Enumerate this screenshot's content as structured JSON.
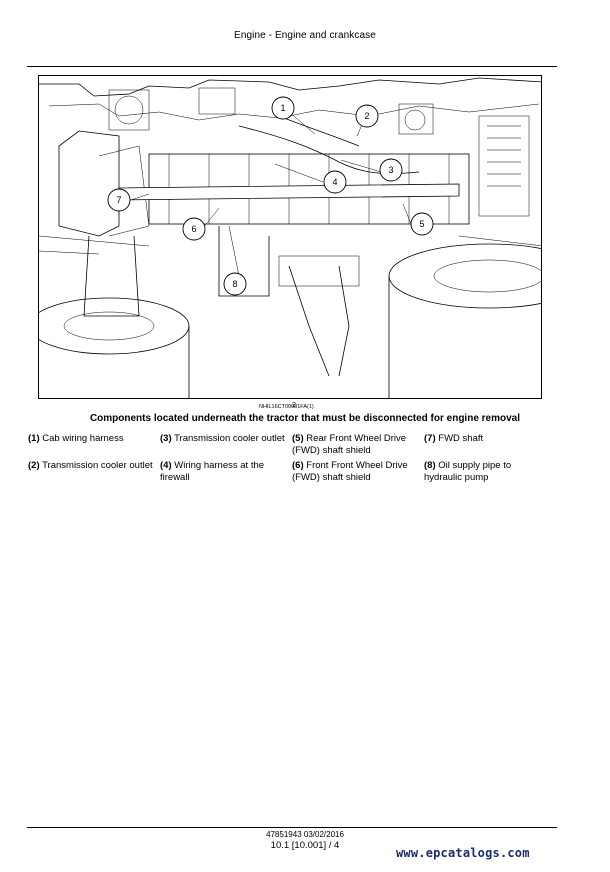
{
  "header": {
    "title": "Engine - Engine and crankcase"
  },
  "figure": {
    "id": "NHIL16CT00081FA(1)",
    "number": "2",
    "caption": "Components located underneath the tractor that must be disconnected for engine removal",
    "callouts": [
      "1",
      "2",
      "3",
      "4",
      "5",
      "6",
      "7",
      "8"
    ]
  },
  "legend": [
    {
      "num": "(1)",
      "text": "Cab wiring harness"
    },
    {
      "num": "(3)",
      "text": "Transmission cooler outlet"
    },
    {
      "num": "(5)",
      "text": "Rear Front Wheel Drive (FWD) shaft shield"
    },
    {
      "num": "(7)",
      "text": "FWD shaft"
    },
    {
      "num": "(2)",
      "text": "Transmission cooler outlet"
    },
    {
      "num": "(4)",
      "text": "Wiring harness at the firewall"
    },
    {
      "num": "(6)",
      "text": "Front Front Wheel Drive (FWD) shaft shield"
    },
    {
      "num": "(8)",
      "text": "Oil supply pipe to hydraulic pump"
    }
  ],
  "footer": {
    "doc_code": "47851943 03/02/2016",
    "page": "10.1 [10.001] / 4",
    "watermark": "www.epcatalogs.com"
  }
}
